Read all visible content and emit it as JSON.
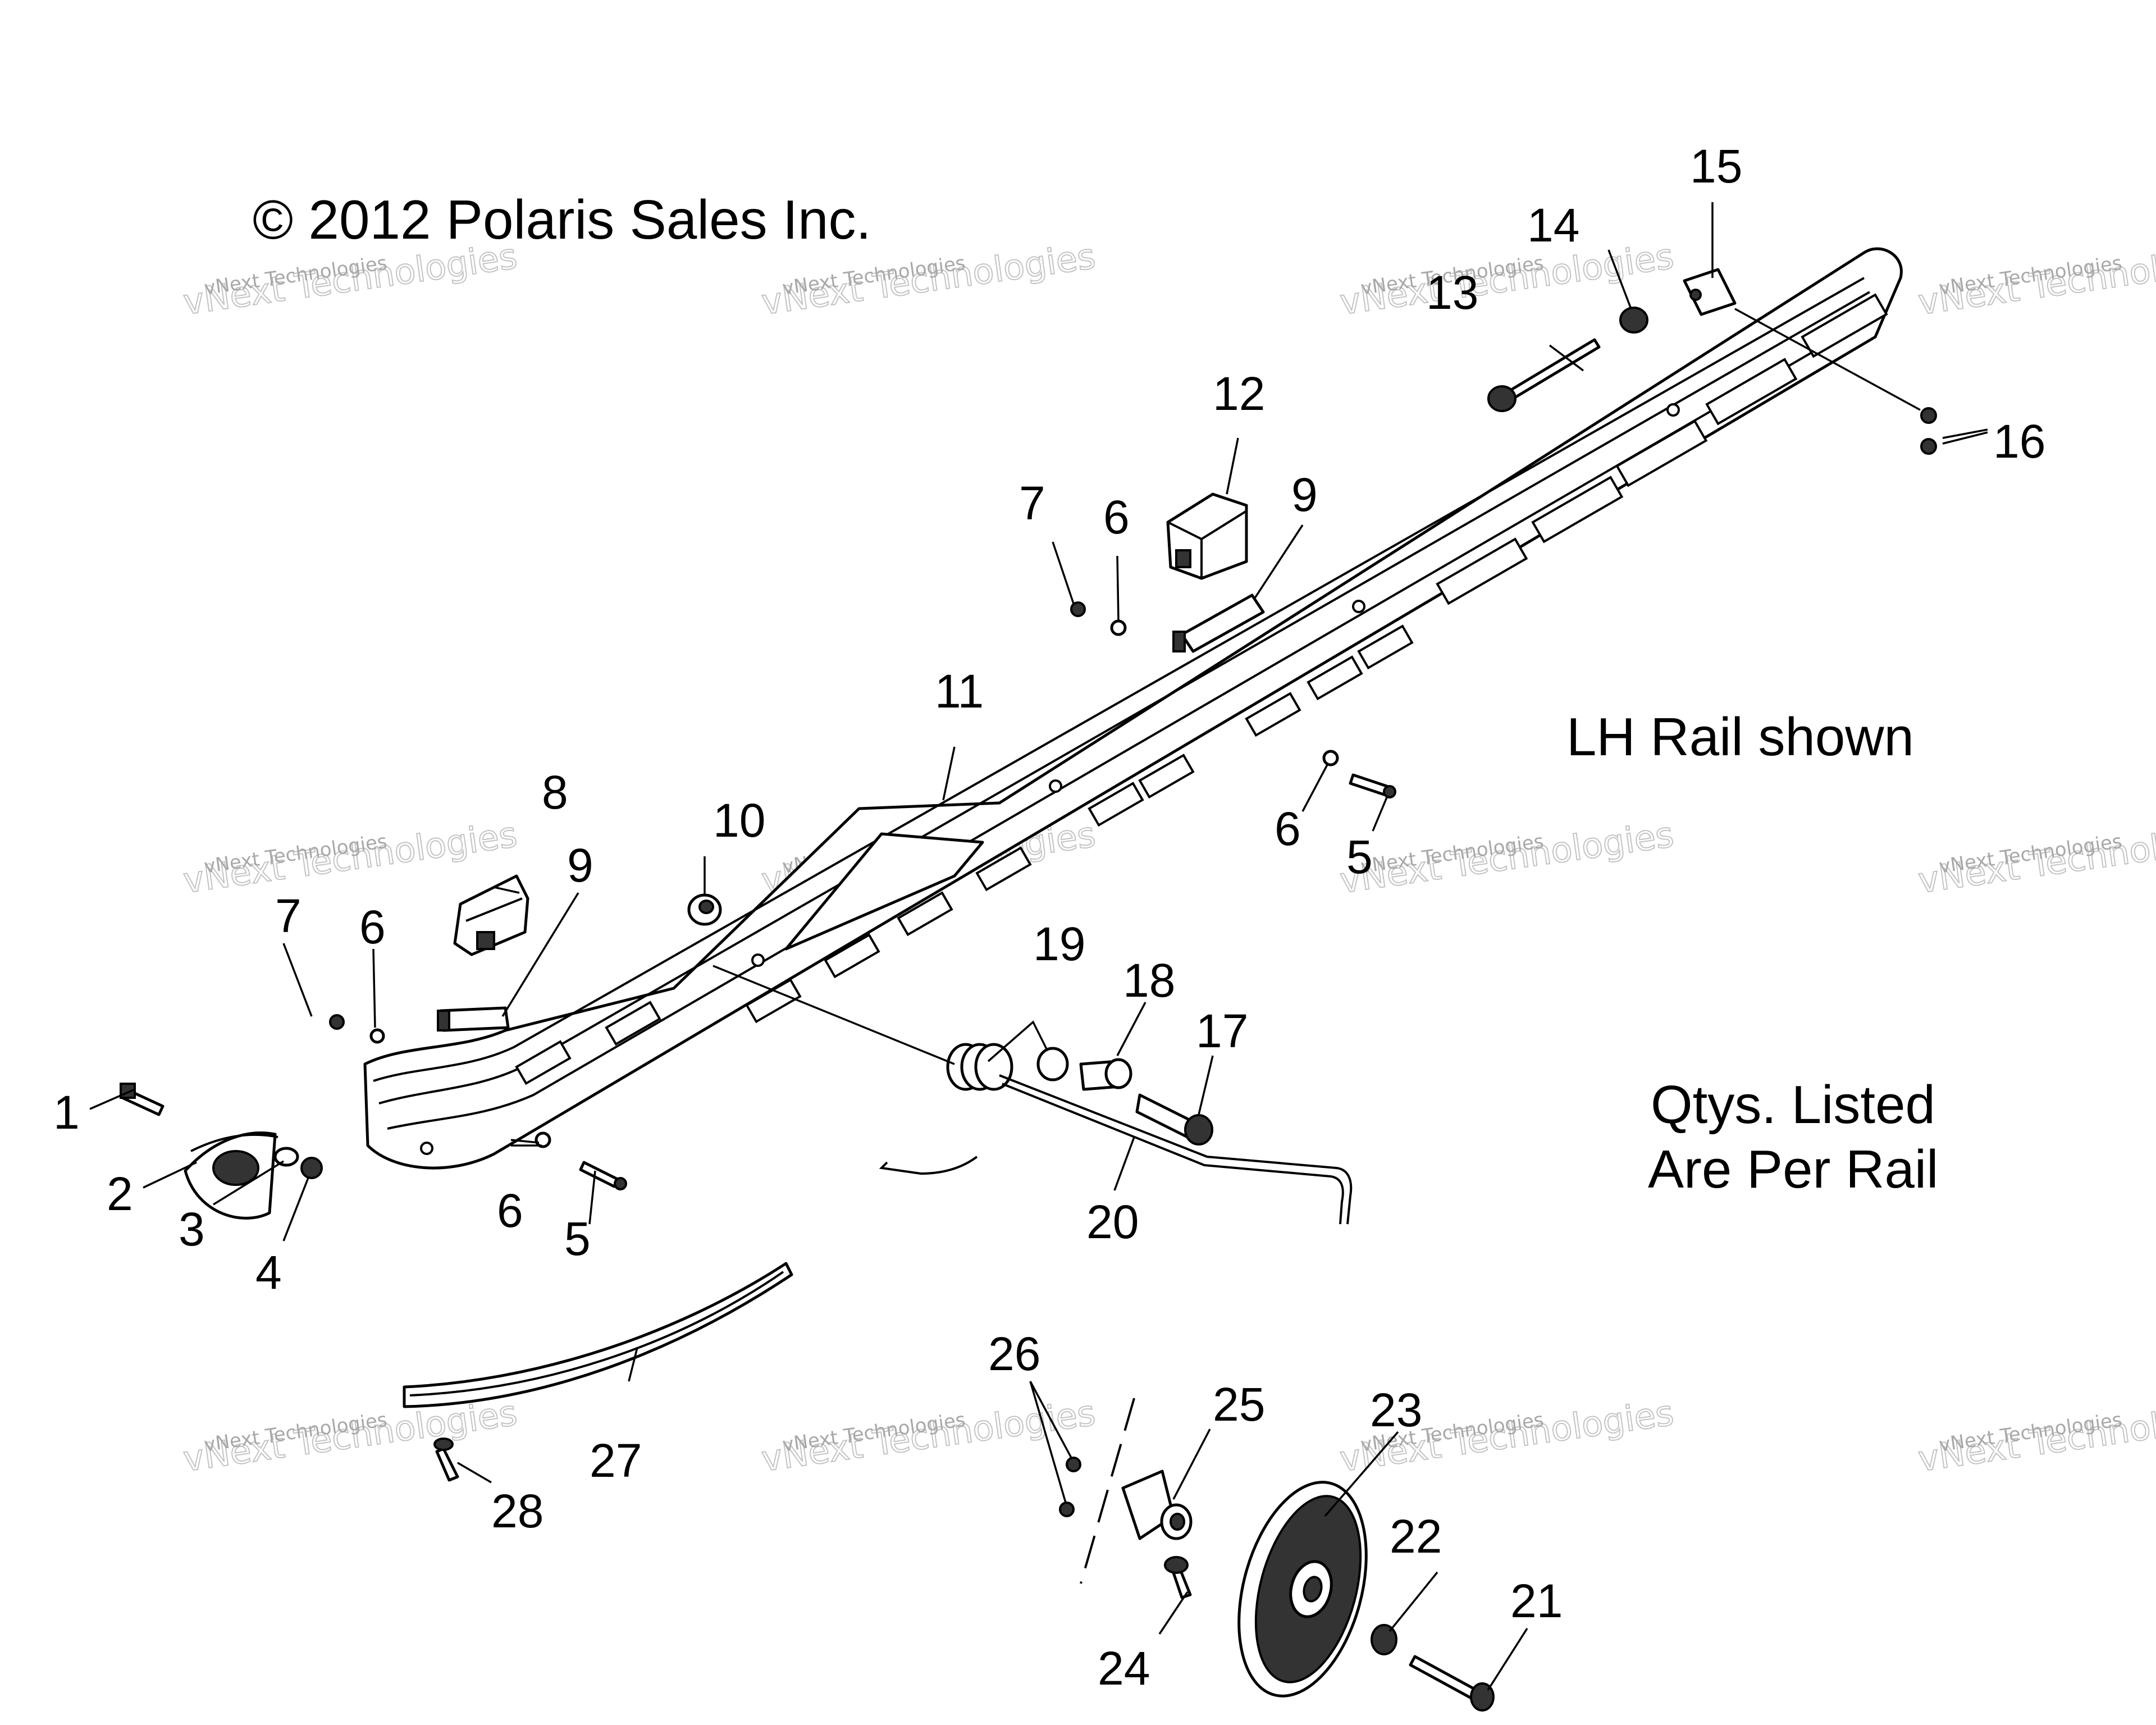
{
  "copyright": "© 2012 Polaris Sales Inc.",
  "note_rail": "LH Rail shown",
  "note_qty_line1": "Qtys. Listed",
  "note_qty_line2": "Are Per Rail",
  "watermark_small": "vNext Technologies",
  "watermark_big": "vNext Technologies",
  "callouts": [
    "1",
    "2",
    "3",
    "4",
    "5",
    "5",
    "6",
    "6",
    "6",
    "6",
    "7",
    "7",
    "8",
    "9",
    "9",
    "10",
    "11",
    "12",
    "13",
    "14",
    "15",
    "16",
    "17",
    "18",
    "19",
    "20",
    "21",
    "22",
    "23",
    "24",
    "25",
    "26",
    "27",
    "28"
  ]
}
